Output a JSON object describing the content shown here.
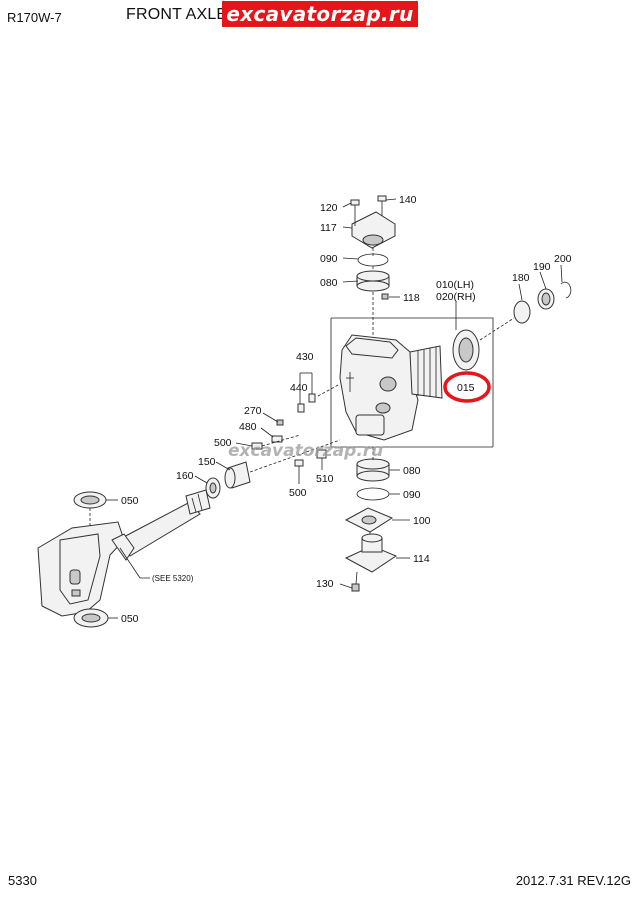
{
  "header": {
    "model": "R170W-7",
    "title": "FRONT AXLE (#0979-#2837)",
    "watermark": "excavatorzap.ru"
  },
  "footer": {
    "page_number": "5330",
    "date_revision": "2012.7.31  REV.12G"
  },
  "callouts": {
    "p120": "120",
    "p140": "140",
    "p117": "117",
    "p090a": "090",
    "p080a": "080",
    "p118": "118",
    "p010": "010(LH)",
    "p020": "020(RH)",
    "p180": "180",
    "p190": "190",
    "p200": "200",
    "p430": "430",
    "p440": "440",
    "p270": "270",
    "p480": "480",
    "p500a": "500",
    "p150": "150",
    "p160": "160",
    "p015": "015",
    "p080b": "080",
    "p500b": "500",
    "p510": "510",
    "p090b": "090",
    "p050a": "050",
    "p100": "100",
    "p114": "114",
    "see": "(SEE 5320)",
    "p130": "130",
    "p050b": "050"
  },
  "watermark_mid": "excavatorzap.ru",
  "highlight_color": "#e8141b"
}
